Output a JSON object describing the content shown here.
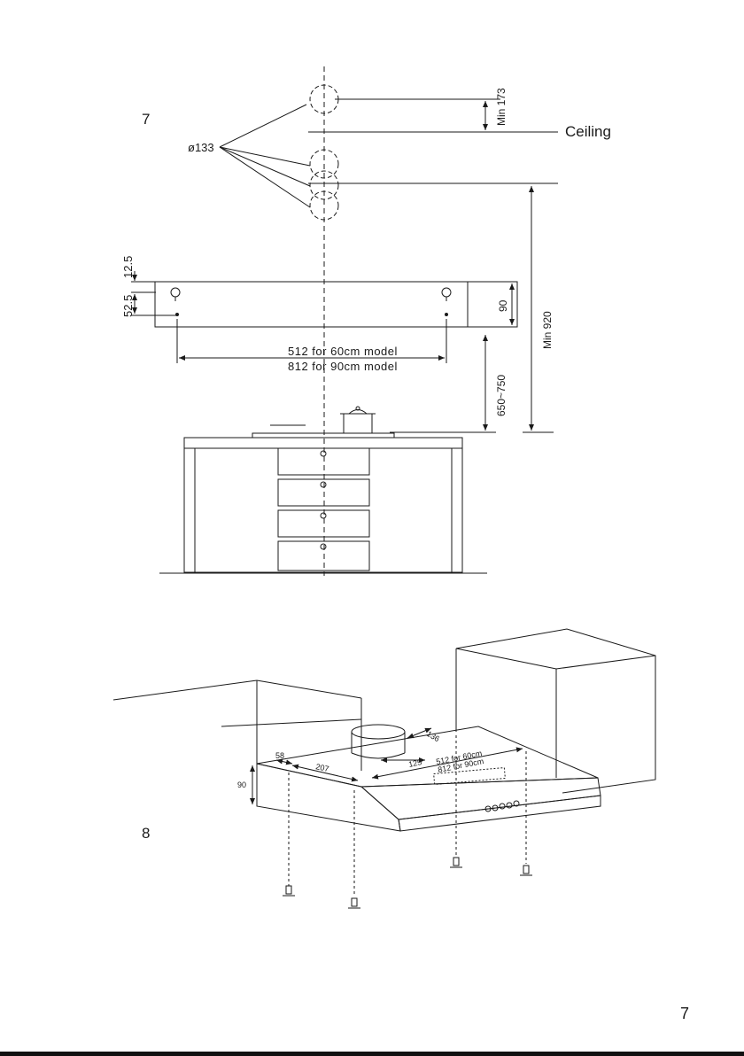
{
  "fig7": {
    "number": "7",
    "diameter": "ø133",
    "min_173": "Min 173",
    "ceiling": "Ceiling",
    "dim_12_5": "12.5",
    "dim_52_5": "52.5",
    "dim_90": "90",
    "min_920": "Min 920",
    "spacing_60": "512 for 60cm model",
    "spacing_90": "812 for 90cm model",
    "height_range": "650~750"
  },
  "fig8": {
    "number": "8",
    "dim_90": "90",
    "dim_58": "58",
    "dim_207": "207",
    "dim_136": "136",
    "dim_125": "125",
    "spacing_60": "512 for 60cm",
    "spacing_90": "812 for 90cm"
  },
  "page_number": "7"
}
